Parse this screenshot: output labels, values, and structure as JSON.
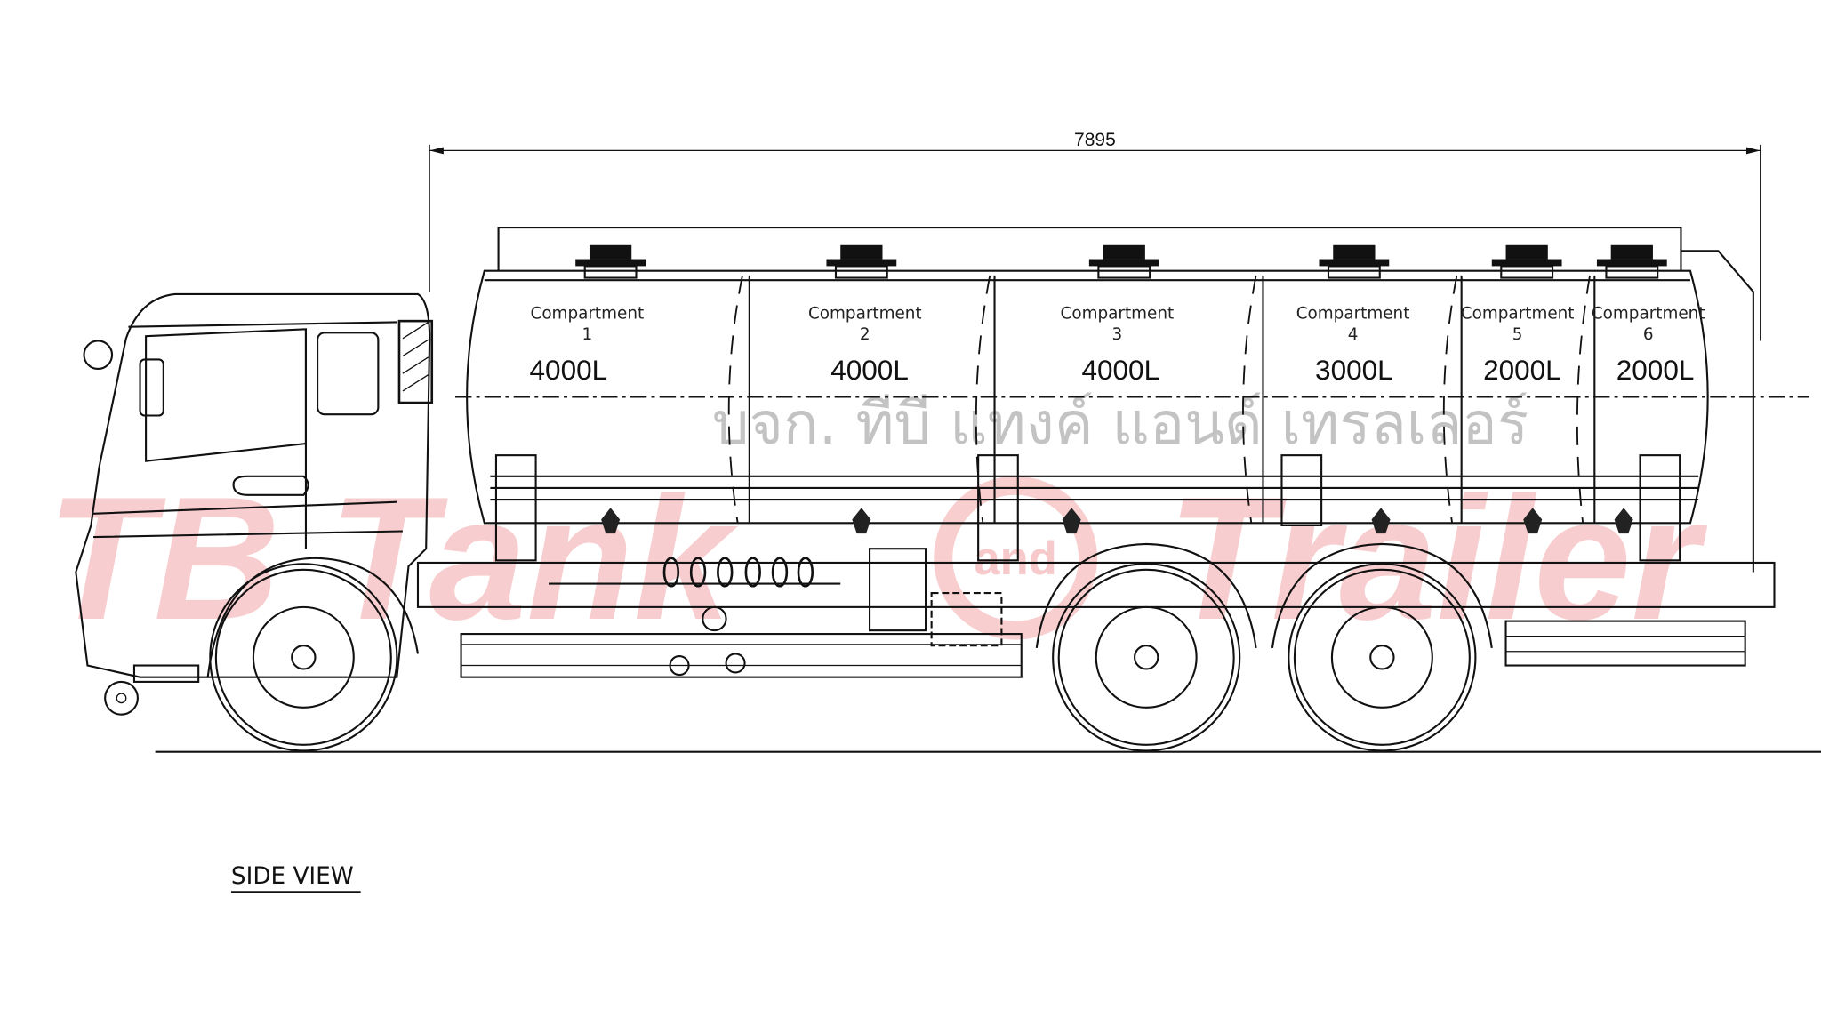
{
  "drawing": {
    "overall_length": "7895",
    "view_title": "SIDE VIEW",
    "compartments": [
      {
        "label": "Compartment",
        "number": "1",
        "volume": "4000L"
      },
      {
        "label": "Compartment",
        "number": "2",
        "volume": "4000L"
      },
      {
        "label": "Compartment",
        "number": "3",
        "volume": "4000L"
      },
      {
        "label": "Compartment",
        "number": "4",
        "volume": "3000L"
      },
      {
        "label": "Compartment",
        "number": "5",
        "volume": "2000L"
      },
      {
        "label": "Compartment",
        "number": "6",
        "volume": "2000L"
      }
    ]
  },
  "watermark": {
    "brand_left": "TB Tank",
    "brand_and": "and",
    "brand_right": "Trailer",
    "thai_company": "บจก. ทีบี แทงค์ แอนด์ เทรลเลอร์",
    "color": "#f2a6a8"
  }
}
